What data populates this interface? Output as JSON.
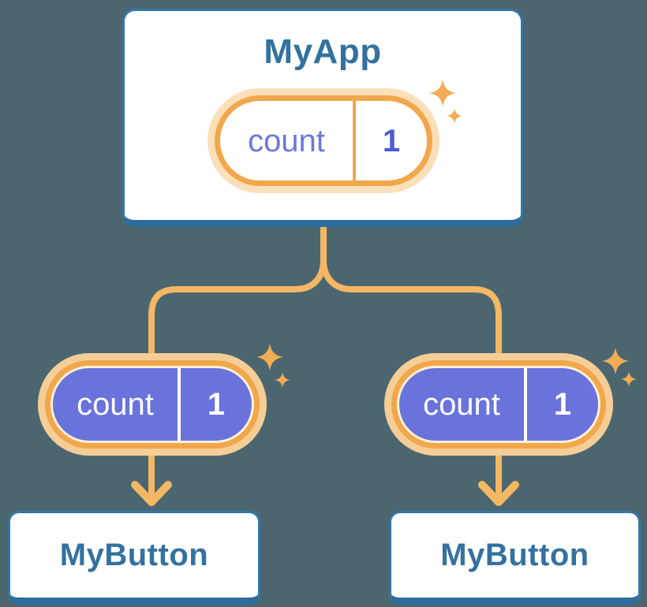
{
  "diagram": {
    "root": {
      "title": "MyApp",
      "state": {
        "name": "count",
        "value": "1"
      }
    },
    "children": [
      {
        "title": "MyButton",
        "prop": {
          "name": "count",
          "value": "1"
        }
      },
      {
        "title": "MyButton",
        "prop": {
          "name": "count",
          "value": "1"
        }
      }
    ]
  },
  "colors": {
    "background": "#4C6670",
    "card-bg": "#FFFFFF",
    "card-border": "#3377A6",
    "card-shadow": "#2E6D9B",
    "heading-text": "#33719F",
    "pill-ring": "#F1A74B",
    "pill-glow-light": "#FADFB9",
    "pill-glow-dark": "#F5CE97",
    "pill-inner-ring": "#FDF1DA",
    "state-fill": "#6973DB",
    "state-name-text": "#6B77DC",
    "state-value-text": "#4E5CD3",
    "state-text-on-fill": "#FFFFFF",
    "connector": "#F4B763",
    "sparkle": "#F3AC55"
  }
}
